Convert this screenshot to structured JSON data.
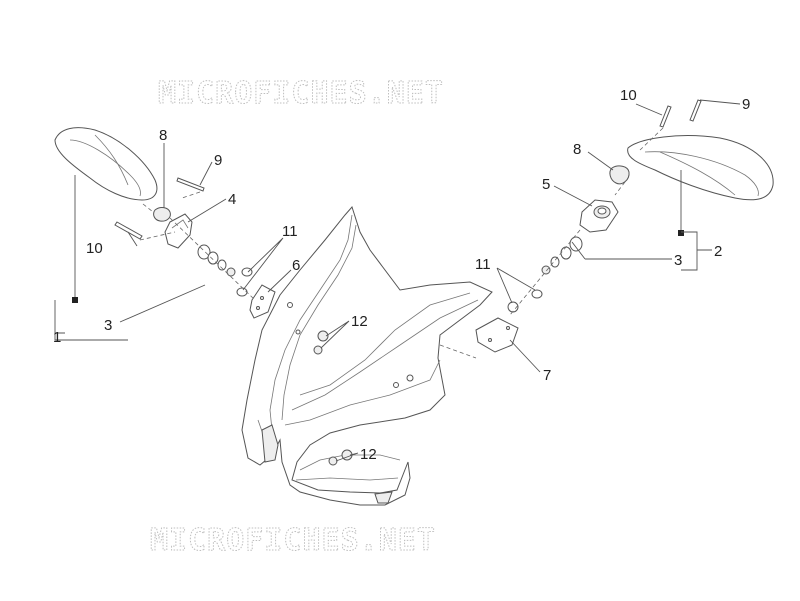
{
  "watermark": {
    "top": "MICROFICHES.NET",
    "bottom": "MICROFICHES.NET"
  },
  "callouts": [
    {
      "id": "c1",
      "text": "1"
    },
    {
      "id": "c2",
      "text": "2"
    },
    {
      "id": "c3a",
      "text": "3"
    },
    {
      "id": "c3b",
      "text": "3"
    },
    {
      "id": "c4",
      "text": "4"
    },
    {
      "id": "c5",
      "text": "5"
    },
    {
      "id": "c6",
      "text": "6"
    },
    {
      "id": "c7",
      "text": "7"
    },
    {
      "id": "c8a",
      "text": "8"
    },
    {
      "id": "c8b",
      "text": "8"
    },
    {
      "id": "c9a",
      "text": "9"
    },
    {
      "id": "c9b",
      "text": "9"
    },
    {
      "id": "c10a",
      "text": "10"
    },
    {
      "id": "c10b",
      "text": "10"
    },
    {
      "id": "c11a",
      "text": "11"
    },
    {
      "id": "c11b",
      "text": "11"
    },
    {
      "id": "c12a",
      "text": "12"
    },
    {
      "id": "c12b",
      "text": "12"
    }
  ],
  "colors": {
    "line": "#555555",
    "watermark": "#bfbfbf",
    "text": "#222222"
  }
}
